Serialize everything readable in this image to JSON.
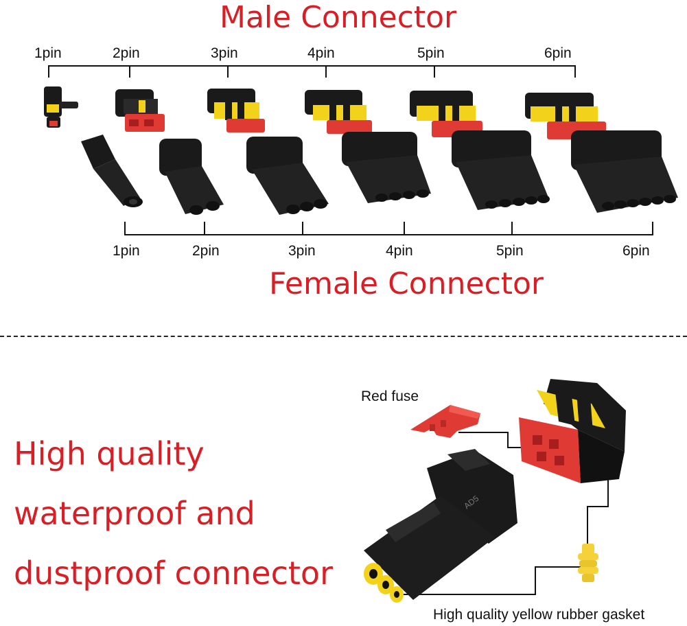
{
  "header": {
    "male_title": "Male Connector",
    "female_title": "Female Connector"
  },
  "male": {
    "labels": [
      "1pin",
      "2pin",
      "3pin",
      "4pin",
      "5pin",
      "6pin"
    ]
  },
  "female": {
    "labels": [
      "1pin",
      "2pin",
      "3pin",
      "4pin",
      "5pin",
      "6pin"
    ]
  },
  "feature": {
    "lines": [
      "High quality",
      "waterproof and",
      "dustproof connector"
    ]
  },
  "callouts": {
    "red_fuse": "Red fuse",
    "gasket": "High quality yellow rubber gasket",
    "housing_mark": "AD5"
  },
  "colors": {
    "accent_red": "#d81f26",
    "connector_black": "#1a1a1a",
    "seal_yellow": "#f2d21a",
    "fuse_red": "#e03a35",
    "gasket_yellow": "#f6d23a"
  }
}
